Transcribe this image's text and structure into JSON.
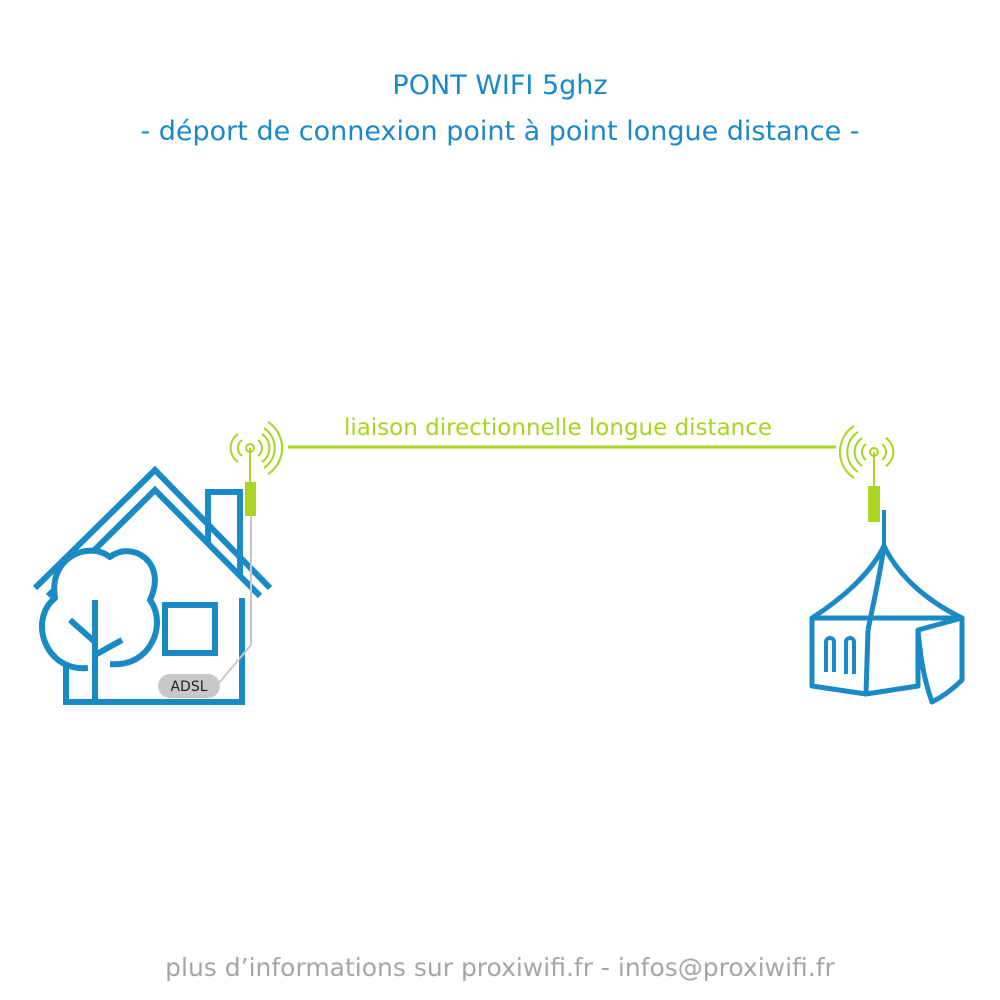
{
  "header": {
    "title": "PONT WIFI 5ghz",
    "subtitle": "- déport de connexion point à point longue distance -"
  },
  "diagram": {
    "link_label": "liaison directionnelle longue distance",
    "adsl_label": "ADSL",
    "left_node_icons": [
      "house-icon",
      "tree-icon",
      "antenna-icon"
    ],
    "right_node_icons": [
      "tent-icon",
      "antenna-icon"
    ]
  },
  "footer": {
    "text": "plus d’informations sur proxiwifi.fr - infos@proxiwifi.fr"
  },
  "colors": {
    "blue": "#1a8ac6",
    "green": "#a9d421",
    "grey_text": "#a6a6a6",
    "badge": "#c8c8c8"
  }
}
